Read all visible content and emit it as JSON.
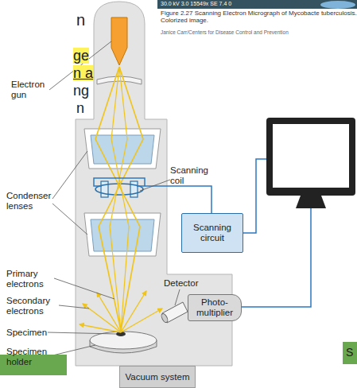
{
  "diagram": {
    "caption": "Figure 2.27 Scanning Electron Micrograph of Mycobacte tuberculosis. Colorized image.",
    "nodes": [
      {
        "text": [
          "Scanning circuit"
        ]
      },
      {
        "text": [
          "Photo-multiplier"
        ]
      },
      {
        "text": [
          "Vacuum system"
        ]
      }
    ],
    "labels": [
      "30.0 kV 3.0 15549x SE 7.4 0",
      "Janice Carr/Centers for Disease Control and Prevention",
      "n",
      "ge",
      "n a",
      "ng",
      "n",
      "Electron gun",
      "Condenser lenses",
      "Scanning coil",
      "Primary electrons",
      "Secondary electrons",
      "Specimen",
      "Specimen holder",
      "Detector",
      "S"
    ]
  }
}
